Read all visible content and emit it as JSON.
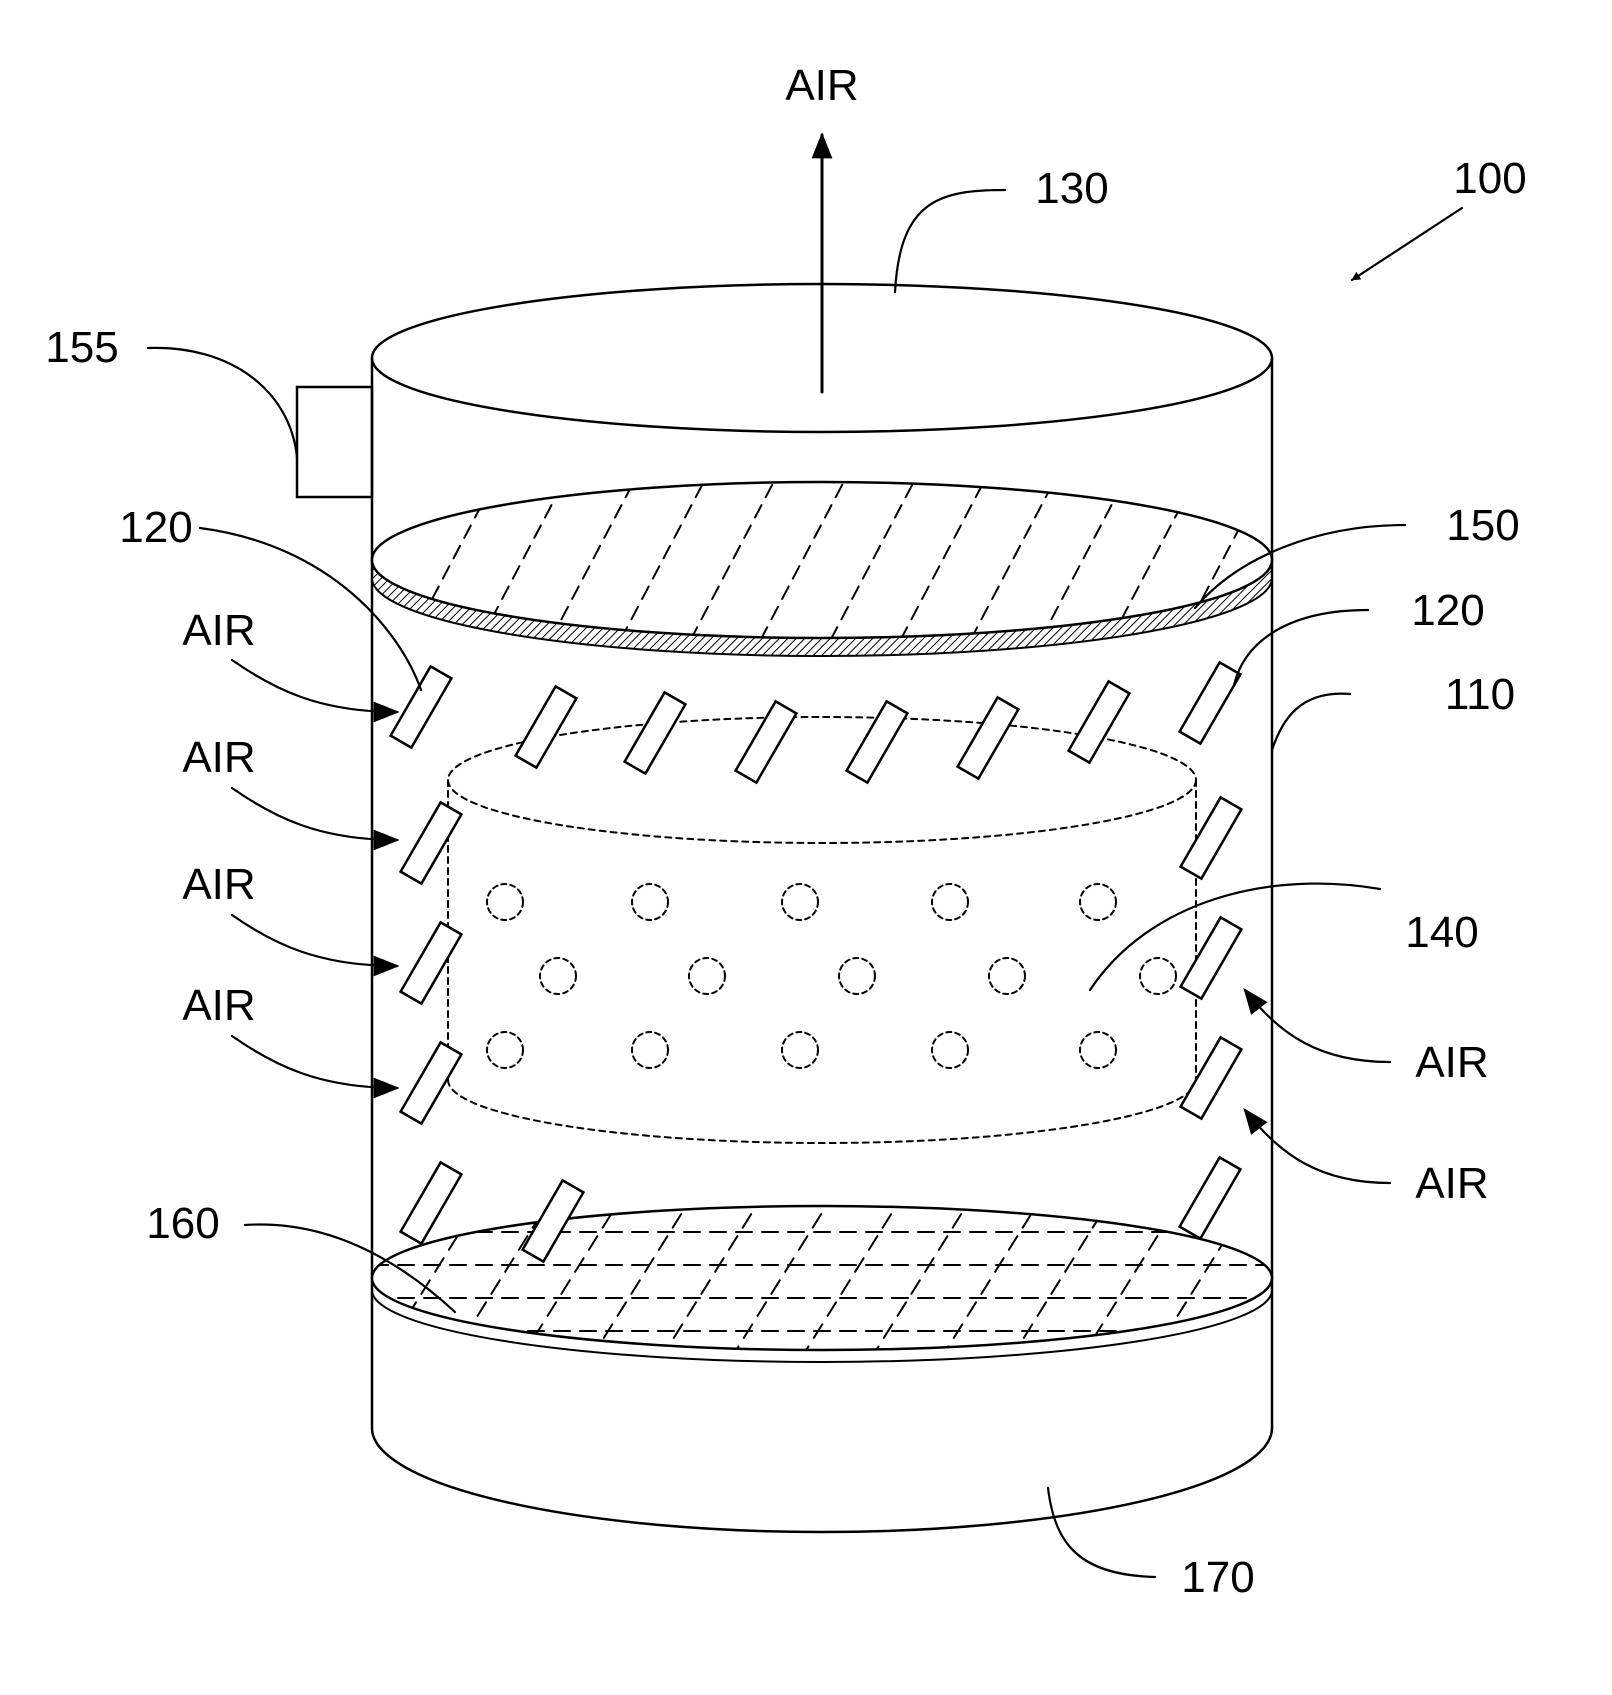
{
  "figure": {
    "type": "patent-drawing",
    "ink_color": "#000000",
    "background": "#ffffff"
  },
  "labels": {
    "air_out": "AIR",
    "ref_100": "100",
    "ref_130": "130",
    "ref_155": "155",
    "ref_120_left": "120",
    "ref_150": "150",
    "ref_120_right": "120",
    "ref_110": "110",
    "ref_140": "140",
    "ref_160": "160",
    "ref_170": "170",
    "air_left": [
      "AIR",
      "AIR",
      "AIR",
      "AIR"
    ],
    "air_right": [
      "AIR",
      "AIR"
    ]
  }
}
